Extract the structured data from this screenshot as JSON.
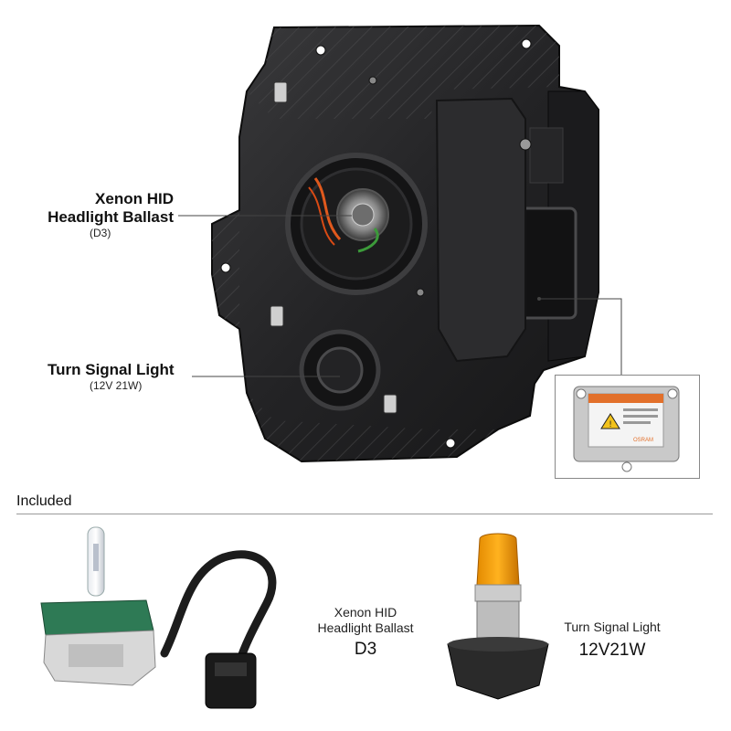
{
  "callouts": {
    "ballast": {
      "title_line1": "Xenon HID",
      "title_line2": "Headlight Ballast",
      "spec": "(D3)"
    },
    "turn_signal": {
      "title": "Turn Signal Light",
      "spec": "(12V 21W)"
    }
  },
  "included": {
    "heading": "Included",
    "ballast_label_line1": "Xenon HID",
    "ballast_label_line2": "Headlight Ballast",
    "ballast_spec": "D3",
    "turn_label": "Turn Signal Light",
    "turn_spec": "12V21W"
  },
  "ballast_inset": {
    "brand": "OSRAM"
  }
}
